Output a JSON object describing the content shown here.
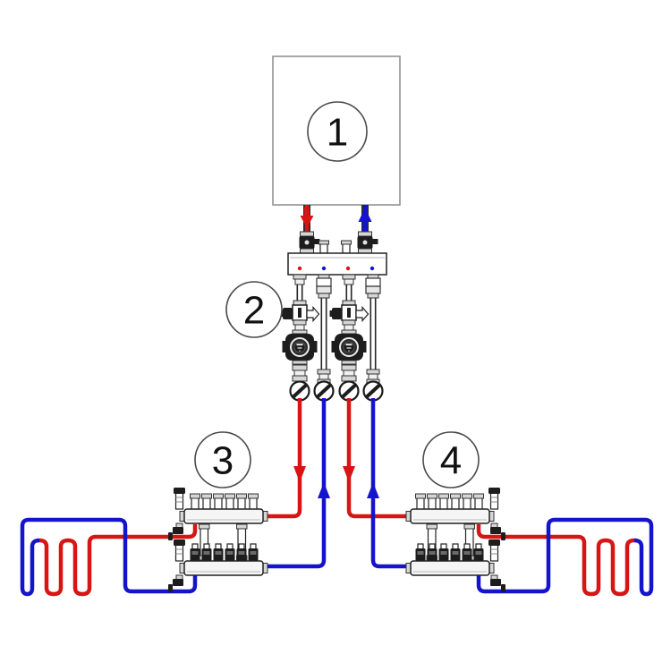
{
  "diagram": {
    "description": "Underfloor heating system piping schematic with boiler, pump mixing station and two floor-heating manifolds with floor loops",
    "labels": {
      "boiler": "1",
      "pump_station": "2",
      "manifold_left": "3",
      "manifold_right": "4"
    },
    "colors": {
      "supply": "#d81414",
      "return": "#1414cc"
    },
    "components": [
      "boiler",
      "isolation-valve",
      "distribution-header",
      "mixing-valve",
      "circulation-pump",
      "ball-valve",
      "floor-heating-manifold",
      "air-vent",
      "drain-valve",
      "flow-meter",
      "floor-loop"
    ]
  }
}
